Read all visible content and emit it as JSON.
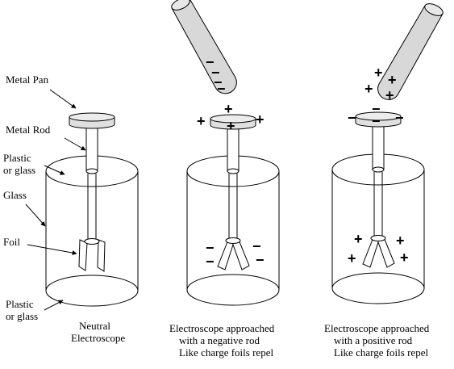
{
  "labels": {
    "metal_pan": "Metal Pan",
    "metal_rod": "Metal Rod",
    "plastic_or_glass_top_1": "Plastic",
    "plastic_or_glass_top_2": "or glass",
    "glass": "Glass",
    "foil": "Foil",
    "plastic_or_glass_bottom_1": "Plastic",
    "plastic_or_glass_bottom_2": "or glass"
  },
  "captions": {
    "neutral_1": "Neutral",
    "neutral_2": "Electroscope",
    "negative_1": "Electroscope approached",
    "negative_2": "with a negative rod",
    "negative_3": "Like charge foils repel",
    "positive_1": "Electroscope approached",
    "positive_2": "with a positive rod",
    "positive_3": "Like charge foils repel"
  },
  "signs": {
    "plus": "+",
    "minus": "−"
  },
  "colors": {
    "rod_fill": "#d8d8d8",
    "pan_fill": "#e0e0e0",
    "outline": "#000000"
  }
}
